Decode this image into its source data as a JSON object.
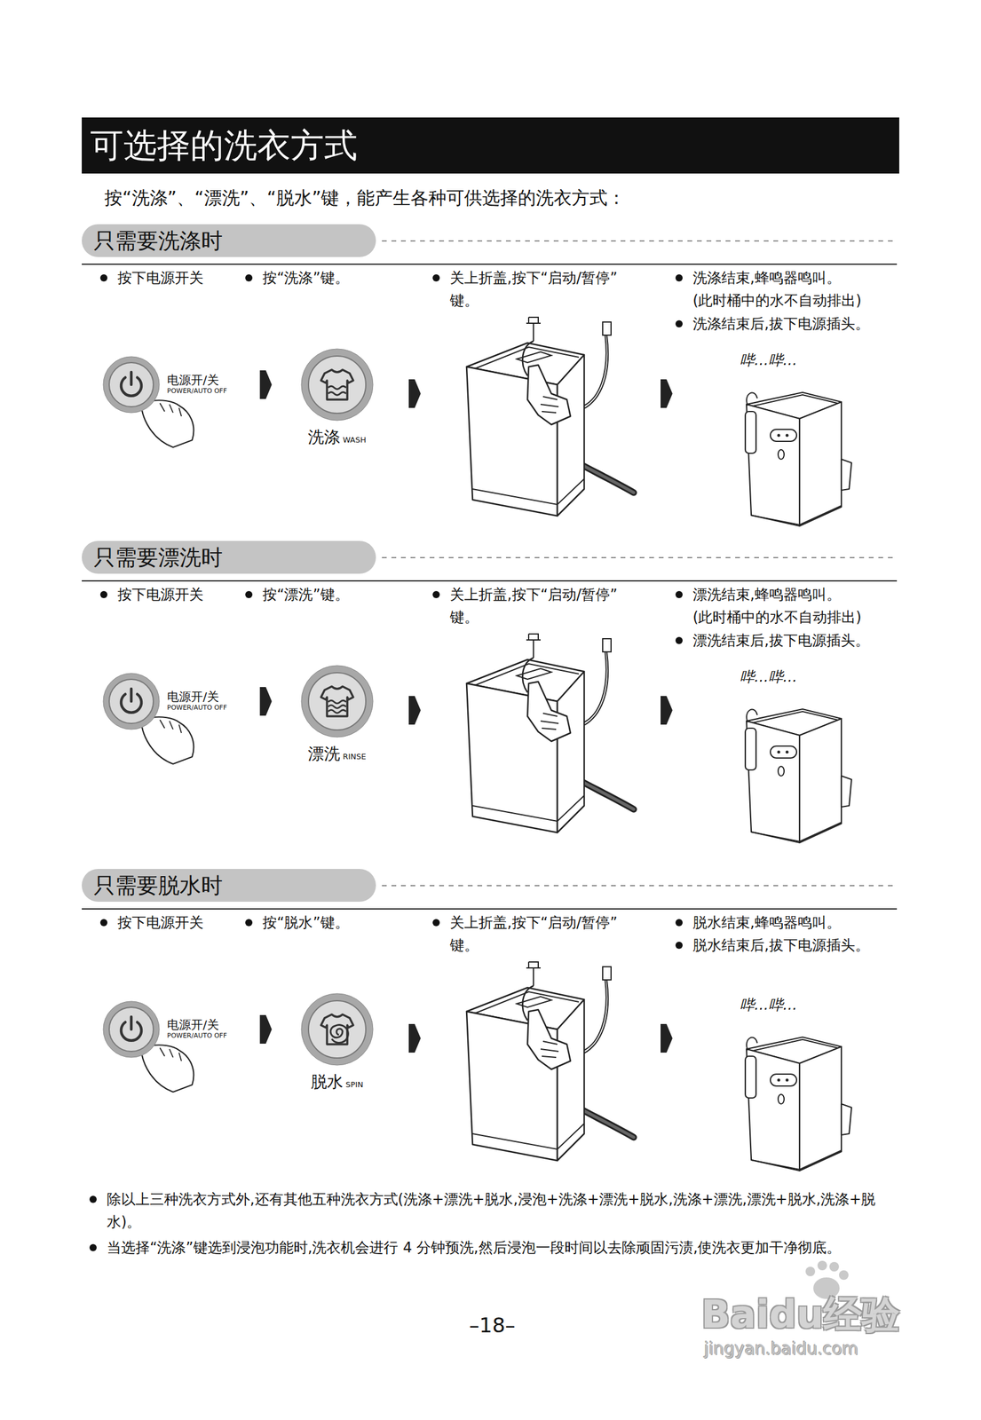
{
  "diagram": {
    "title": "可选择的洗衣方式",
    "nodes": [
      {
        "text": [
          "只需要洗涤时"
        ]
      },
      {
        "text": [
          "电源开/关",
          "POWER/AUTO OFF"
        ]
      },
      {
        "text": [
          "洗涤",
          "WASH"
        ]
      },
      {
        "text": [
          "只需要漂洗时"
        ]
      },
      {
        "text": [
          "电源开/关",
          "POWER/AUTO OFF"
        ]
      },
      {
        "text": [
          "漂洗",
          "RINSE"
        ]
      },
      {
        "text": [
          "只需要脱水时"
        ]
      },
      {
        "text": [
          "电源开/关",
          "POWER/AUTO OFF"
        ]
      },
      {
        "text": [
          "脱水",
          "SPIN"
        ]
      }
    ],
    "edges": [
      {
        "from": 1,
        "to": 2,
        "arrow": "to"
      },
      {
        "from": 4,
        "to": 5,
        "arrow": "to"
      },
      {
        "from": 7,
        "to": 8,
        "arrow": "to"
      }
    ],
    "labels": [
      "按“洗涤”、“漂洗”、“脱水”键，能产生各种可供选择的洗衣方式：",
      "按下电源开关",
      "按“洗涤”键。",
      "关上折盖,按下“启动/暂停”键。",
      "洗涤结束,蜂鸣器鸣叫。",
      "(此时桶中的水不自动排出)",
      "洗涤结束后,拔下电源插头。",
      "哔…哔…",
      "按下电源开关",
      "按“漂洗”键。",
      "关上折盖,按下“启动/暂停”键。",
      "漂洗结束,蜂鸣器鸣叫。",
      "(此时桶中的水不自动排出)",
      "漂洗结束后,拔下电源插头。",
      "哔…哔…",
      "按下电源开关",
      "按“脱水”键。",
      "关上折盖,按下“启动/暂停”键。",
      "脱水结束,蜂鸣器鸣叫。",
      "脱水结束后,拔下电源插头。",
      "哔…哔…",
      "除以上三种洗衣方式外,还有其他五种洗衣方式(洗涤+漂洗+脱水,浸泡+洗涤+漂洗+脱水,洗涤+漂洗,漂洗+脱水,洗涤+脱水)。",
      "当选择“洗涤”键选到浸泡功能时,洗衣机会进行 4 分钟预洗,然后浸泡一段时间以去除顽固污渍,使洗衣更加干净彻底。",
      "–18–",
      "Baidu经验",
      "jingyan.baidu.com"
    ]
  }
}
